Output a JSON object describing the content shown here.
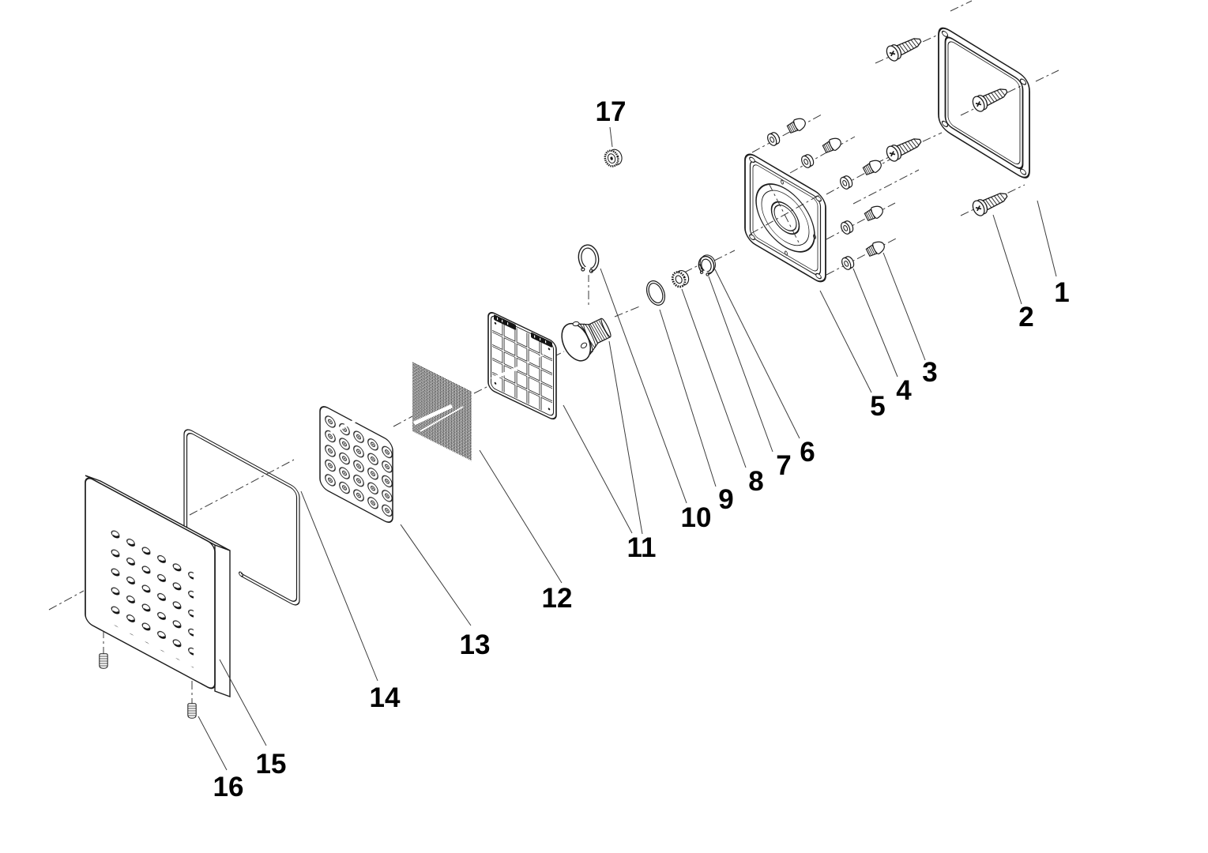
{
  "figure": {
    "kind": "exploded-parts-diagram",
    "colors": {
      "background": "#ffffff",
      "line": "#1c1c1c",
      "mesh_fill": "#262626"
    }
  },
  "callouts": [
    {
      "label": "1"
    },
    {
      "label": "2"
    },
    {
      "label": "3"
    },
    {
      "label": "4"
    },
    {
      "label": "5"
    },
    {
      "label": "6"
    },
    {
      "label": "7"
    },
    {
      "label": "8"
    },
    {
      "label": "9"
    },
    {
      "label": "10"
    },
    {
      "label": "11"
    },
    {
      "label": "12"
    },
    {
      "label": "13"
    },
    {
      "label": "14"
    },
    {
      "label": "15"
    },
    {
      "label": "16"
    },
    {
      "label": "17"
    }
  ]
}
